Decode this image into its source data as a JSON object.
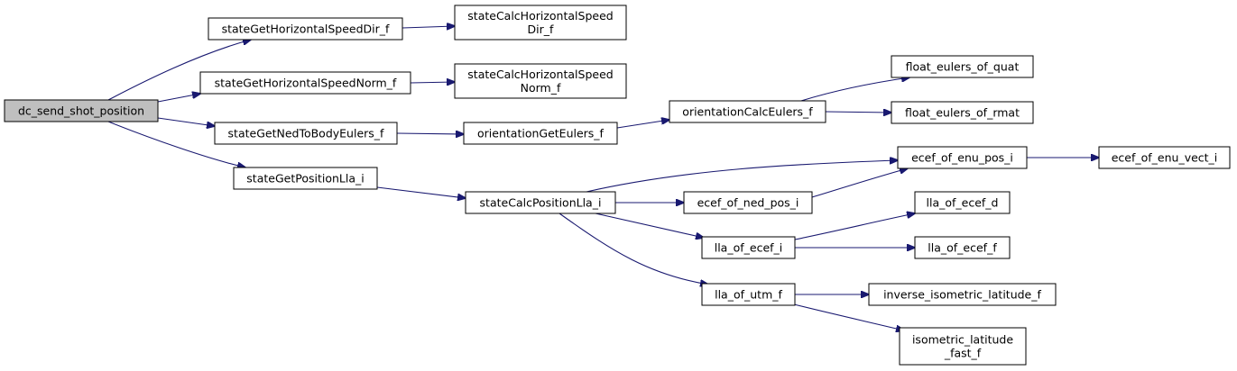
{
  "style": {
    "edge_color": "#191970",
    "root_fill": "#bfbfbf",
    "node_fill": "#ffffff",
    "node_border": "#000000"
  },
  "nodes": {
    "root": {
      "lines": [
        "dc_send_shot_position"
      ]
    },
    "hsd": {
      "lines": [
        "stateGetHorizontalSpeedDir_f"
      ]
    },
    "calc_hsd": {
      "lines": [
        "stateCalcHorizontalSpeed",
        "Dir_f"
      ]
    },
    "hsn": {
      "lines": [
        "stateGetHorizontalSpeedNorm_f"
      ]
    },
    "calc_hsn": {
      "lines": [
        "stateCalcHorizontalSpeed",
        "Norm_f"
      ]
    },
    "ned_eul": {
      "lines": [
        "stateGetNedToBodyEulers_f"
      ]
    },
    "or_get_eul": {
      "lines": [
        "orientationGetEulers_f"
      ]
    },
    "or_calc_eul": {
      "lines": [
        "orientationCalcEulers_f"
      ]
    },
    "feq": {
      "lines": [
        "float_eulers_of_quat"
      ]
    },
    "fer": {
      "lines": [
        "float_eulers_of_rmat"
      ]
    },
    "pos_lla": {
      "lines": [
        "stateGetPositionLla_i"
      ]
    },
    "calc_lla": {
      "lines": [
        "stateCalcPositionLla_i"
      ]
    },
    "ecef_enu": {
      "lines": [
        "ecef_of_enu_pos_i"
      ]
    },
    "ecef_enu_v": {
      "lines": [
        "ecef_of_enu_vect_i"
      ]
    },
    "ecef_ned": {
      "lines": [
        "ecef_of_ned_pos_i"
      ]
    },
    "lla_d": {
      "lines": [
        "lla_of_ecef_d"
      ]
    },
    "lla_i": {
      "lines": [
        "lla_of_ecef_i"
      ]
    },
    "lla_f": {
      "lines": [
        "lla_of_ecef_f"
      ]
    },
    "lla_utm": {
      "lines": [
        "lla_of_utm_f"
      ]
    },
    "inv_iso": {
      "lines": [
        "inverse_isometric_latitude_f"
      ]
    },
    "iso_fast": {
      "lines": [
        "isometric_latitude",
        "_fast_f"
      ]
    }
  },
  "edges": [
    [
      "root",
      "hsd"
    ],
    [
      "root",
      "hsn"
    ],
    [
      "root",
      "ned_eul"
    ],
    [
      "root",
      "pos_lla"
    ],
    [
      "hsd",
      "calc_hsd"
    ],
    [
      "hsn",
      "calc_hsn"
    ],
    [
      "ned_eul",
      "or_get_eul"
    ],
    [
      "or_get_eul",
      "or_calc_eul"
    ],
    [
      "or_calc_eul",
      "feq"
    ],
    [
      "or_calc_eul",
      "fer"
    ],
    [
      "pos_lla",
      "calc_lla"
    ],
    [
      "calc_lla",
      "ecef_enu"
    ],
    [
      "calc_lla",
      "ecef_ned"
    ],
    [
      "calc_lla",
      "lla_i"
    ],
    [
      "calc_lla",
      "lla_utm"
    ],
    [
      "ecef_enu",
      "ecef_enu_v"
    ],
    [
      "ecef_ned",
      "ecef_enu"
    ],
    [
      "lla_i",
      "lla_d"
    ],
    [
      "lla_i",
      "lla_f"
    ],
    [
      "lla_utm",
      "inv_iso"
    ],
    [
      "lla_utm",
      "iso_fast"
    ]
  ]
}
